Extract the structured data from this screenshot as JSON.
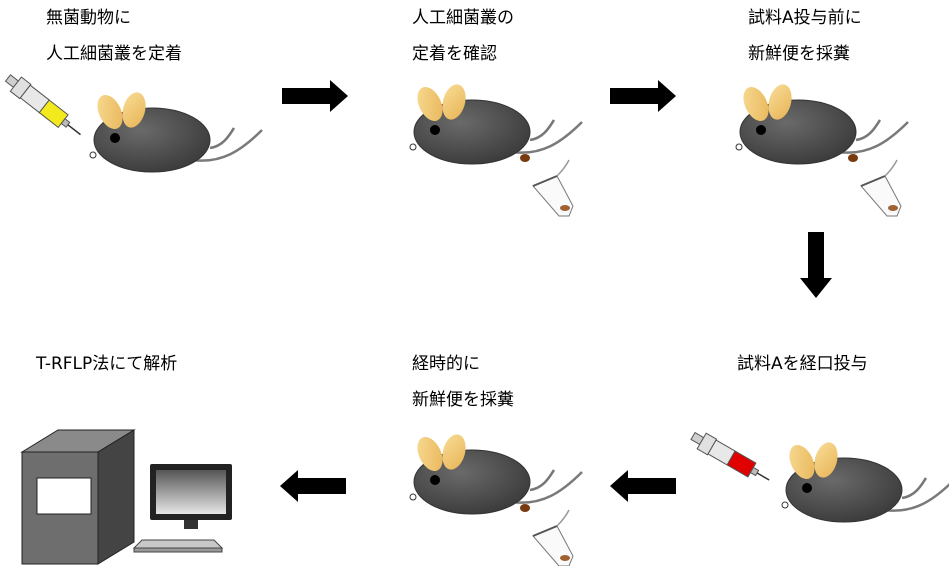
{
  "steps": [
    {
      "lines": [
        "無菌動物に",
        "人工細菌叢を定着"
      ]
    },
    {
      "lines": [
        "人工細菌叢の",
        "定着を確認"
      ]
    },
    {
      "lines": [
        "試料A投与前に",
        "新鮮便を採糞"
      ]
    },
    {
      "lines": [
        "試料Aを経口投与"
      ]
    },
    {
      "lines": [
        "経時的に",
        "新鮮便を採糞"
      ]
    },
    {
      "lines": [
        "T-RFLP法にて解析"
      ]
    }
  ],
  "colors": {
    "mouse_body": "#4a4a4a",
    "mouse_ear": "#f2c777",
    "syringe_first": "#f2ea1d",
    "syringe_oral": "#e00000",
    "arrow": "#000000",
    "feces": "#7a3a10"
  }
}
